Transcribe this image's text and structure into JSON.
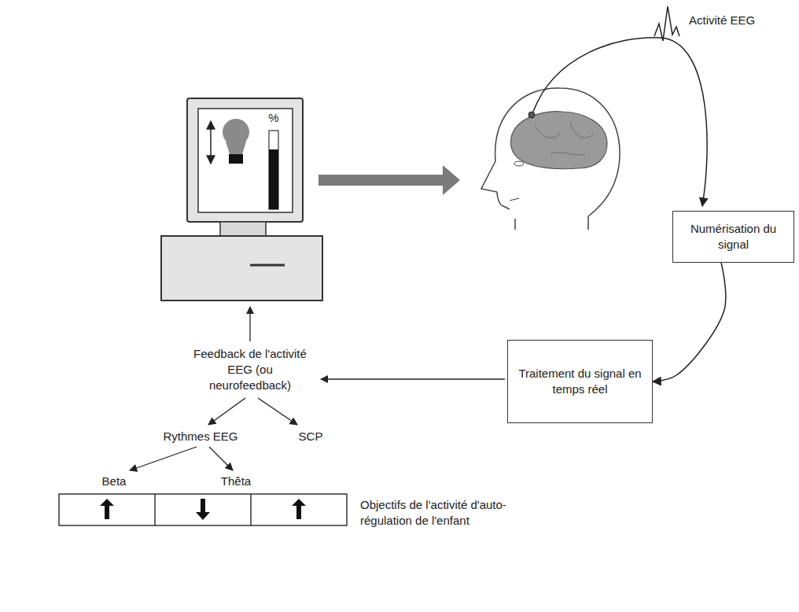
{
  "diagram": {
    "nodes": [
      {
        "text": [
          "Numérisation du signal"
        ]
      },
      {
        "text": [
          "Traitement du signal en temps réel"
        ]
      }
    ],
    "edges": [
      {
        "from": 0,
        "to": 1,
        "arrow": "to"
      }
    ],
    "labels": [
      "Activité EEG",
      "%",
      "Feedback de l'activité EEG (ou neurofeedback)",
      "Rythmes EEG",
      "SCP",
      "Beta",
      "Thêta",
      "Objectifs de l'activité d'auto-régulation de l'enfant"
    ]
  }
}
